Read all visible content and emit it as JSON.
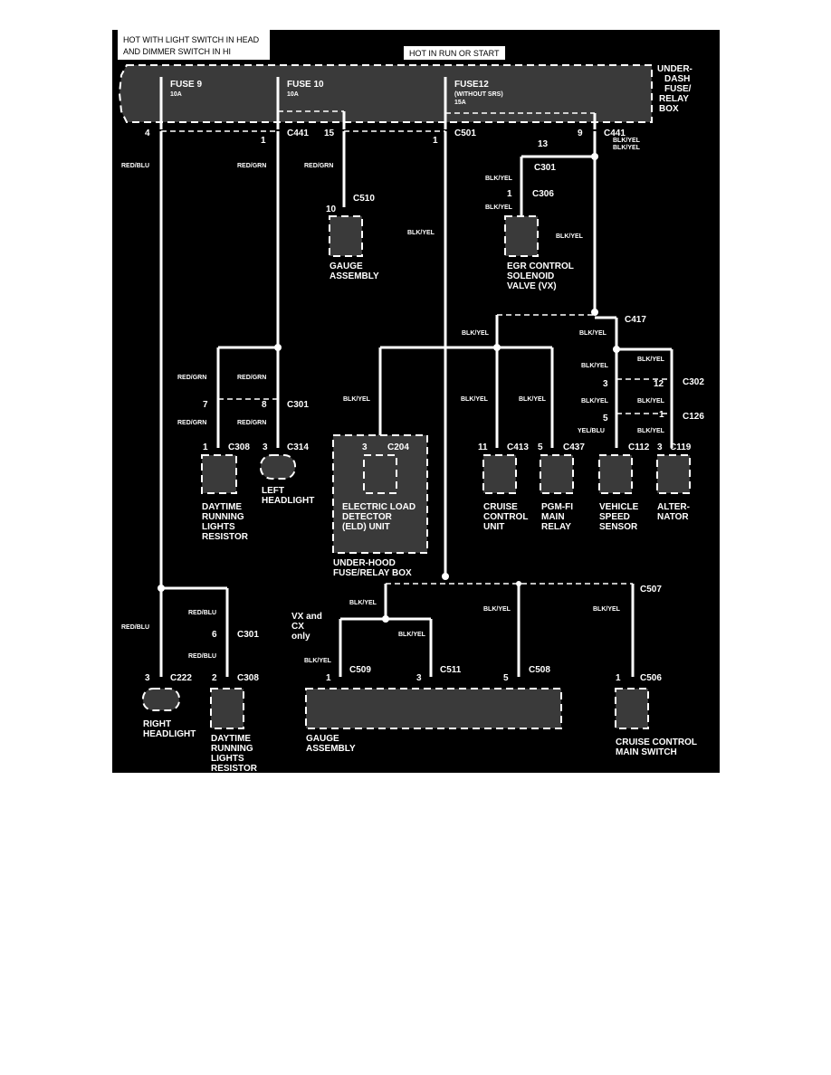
{
  "notes": {
    "light_switch_1": "HOT WITH LIGHT SWITCH IN HEAD",
    "light_switch_2": "AND DIMMER SWITCH IN HI",
    "run_start": "HOT IN RUN OR START"
  },
  "fusebox": {
    "label_1": "UNDER-",
    "label_2": "DASH",
    "label_3": "FUSE/",
    "label_4": "RELAY",
    "label_5": "BOX",
    "fuse9": "FUSE 9",
    "fuse9_rating": "10A",
    "fuse10": "FUSE 10",
    "fuse10_rating": "10A",
    "fuse12": "FUSE12",
    "fuse12_note": "(WITHOUT SRS)",
    "fuse12_rating": "15A"
  },
  "wires": {
    "red_blu": "RED/BLU",
    "red_grn": "RED/GRN",
    "blk_yel": "BLK/YEL",
    "yel_blu": "YEL/BLU"
  },
  "connectors": {
    "c441": "C441",
    "c501": "C501",
    "c510": "C510",
    "c301": "C301",
    "c306": "C306",
    "c417": "C417",
    "c302": "C302",
    "c126": "C126",
    "c308": "C308",
    "c314": "C314",
    "c204": "C204",
    "c413": "C413",
    "c437": "C437",
    "c112": "C112",
    "c119": "C119",
    "c507": "C507",
    "c222": "C222",
    "c509": "C509",
    "c511": "C511",
    "c508": "C508",
    "c506": "C506"
  },
  "pins": {
    "p4": "4",
    "p1": "1",
    "p15": "15",
    "p9": "9",
    "p13": "13",
    "p10": "10",
    "p7": "7",
    "p8": "8",
    "p3": "3",
    "p11": "11",
    "p5": "5",
    "p12": "12",
    "p6": "6",
    "p2": "2"
  },
  "components": {
    "gauge_top_1": "GAUGE",
    "gauge_top_2": "ASSEMBLY",
    "egr_1": "EGR CONTROL",
    "egr_2": "SOLENOID",
    "egr_3": "VALVE (VX)",
    "drl_1": "DAYTIME",
    "drl_2": "RUNNING",
    "drl_3": "LIGHTS",
    "drl_4": "RESISTOR",
    "left_hl_1": "LEFT",
    "left_hl_2": "HEADLIGHT",
    "eld_1": "ELECTRIC LOAD",
    "eld_2": "DETECTOR",
    "eld_3": "(ELD) UNIT",
    "uhf_1": "UNDER-HOOD",
    "uhf_2": "FUSE/RELAY BOX",
    "ccu_1": "CRUISE",
    "ccu_2": "CONTROL",
    "ccu_3": "UNIT",
    "pgm_1": "PGM-FI",
    "pgm_2": "MAIN",
    "pgm_3": "RELAY",
    "vss_1": "VEHICLE",
    "vss_2": "SPEED",
    "vss_3": "SENSOR",
    "alt_1": "ALTER-",
    "alt_2": "NATOR",
    "right_hl_1": "RIGHT",
    "right_hl_2": "HEADLIGHT",
    "gauge_bot_1": "GAUGE",
    "gauge_bot_2": "ASSEMBLY",
    "ccms_1": "CRUISE CONTROL",
    "ccms_2": "MAIN SWITCH",
    "vx_cx_1": "VX and",
    "vx_cx_2": "CX",
    "vx_cx_3": "only"
  }
}
